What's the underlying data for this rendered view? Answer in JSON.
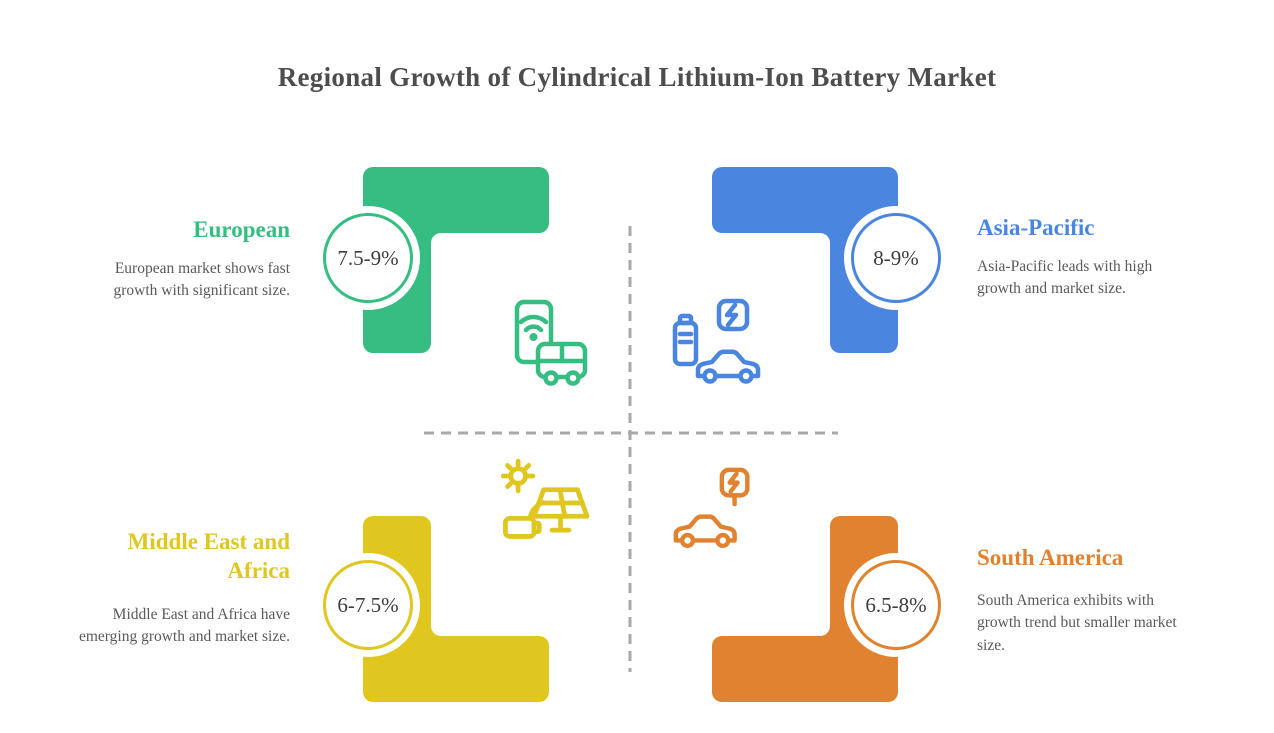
{
  "title": "Regional Growth of Cylindrical Lithium-Ion Battery Market",
  "colors": {
    "european": "#36BD81",
    "asia_pacific": "#4A86E0",
    "middle_east_africa": "#DFC71F",
    "south_america": "#E0822F",
    "title_text": "#4D4D4D",
    "body_text": "#595959",
    "divider_line": "#A8A8A8"
  },
  "regions": [
    {
      "name": "European",
      "growth_range": "7.5-9%",
      "description": "European market shows fast growth with significant size.",
      "icon": "phone-wifi-and-bus-icon",
      "color": "#36BD81"
    },
    {
      "name": "Asia-Pacific",
      "growth_range": "8-9%",
      "description": "Asia-Pacific leads with high growth and market size.",
      "icon": "battery-and-ev-charging-car-icon",
      "color": "#4A86E0"
    },
    {
      "name": "Middle East and Africa",
      "growth_range": "6-7.5%",
      "description": "Middle East and Africa have emerging growth and market size.",
      "icon": "sun-solar-panel-and-battery-icon",
      "color": "#DFC71F"
    },
    {
      "name": "South America",
      "growth_range": "6.5-8%",
      "description": "South America exhibits with growth trend but smaller market size.",
      "icon": "car-and-ev-charger-icon",
      "color": "#E0822F"
    }
  ]
}
